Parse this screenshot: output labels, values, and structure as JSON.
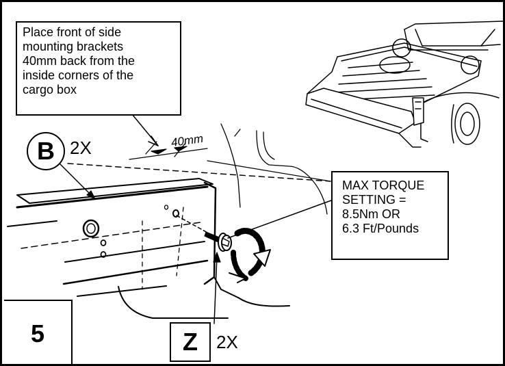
{
  "instruction": {
    "lines": [
      "Place front of side",
      "mounting brackets",
      "40mm back from the",
      "inside corners of the",
      "cargo box"
    ]
  },
  "dimension_label": "40mm",
  "torque": {
    "lines": [
      "MAX TORQUE",
      "SETTING =",
      "8.5Nm OR",
      "6.3 Ft/Pounds"
    ]
  },
  "part_b": {
    "letter": "B",
    "quantity": "2X"
  },
  "part_z": {
    "letter": "Z",
    "quantity": "2X"
  },
  "step_number": "5",
  "colors": {
    "ink": "#000000",
    "paper": "#ffffff"
  }
}
